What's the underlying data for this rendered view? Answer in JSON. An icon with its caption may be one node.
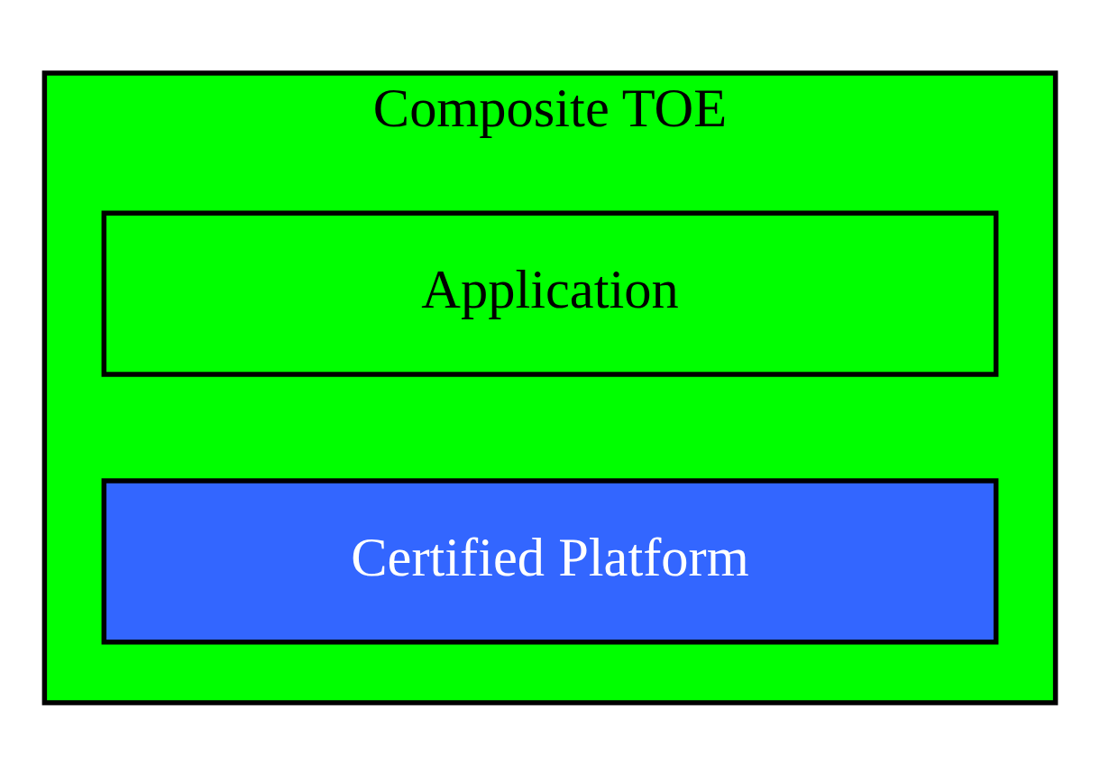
{
  "diagram": {
    "nodes": [
      {
        "text": [
          "Composite TOE"
        ]
      },
      {
        "text": [
          "Application"
        ],
        "in": 0
      },
      {
        "text": [
          "Certified Platform"
        ],
        "in": 0
      }
    ]
  }
}
